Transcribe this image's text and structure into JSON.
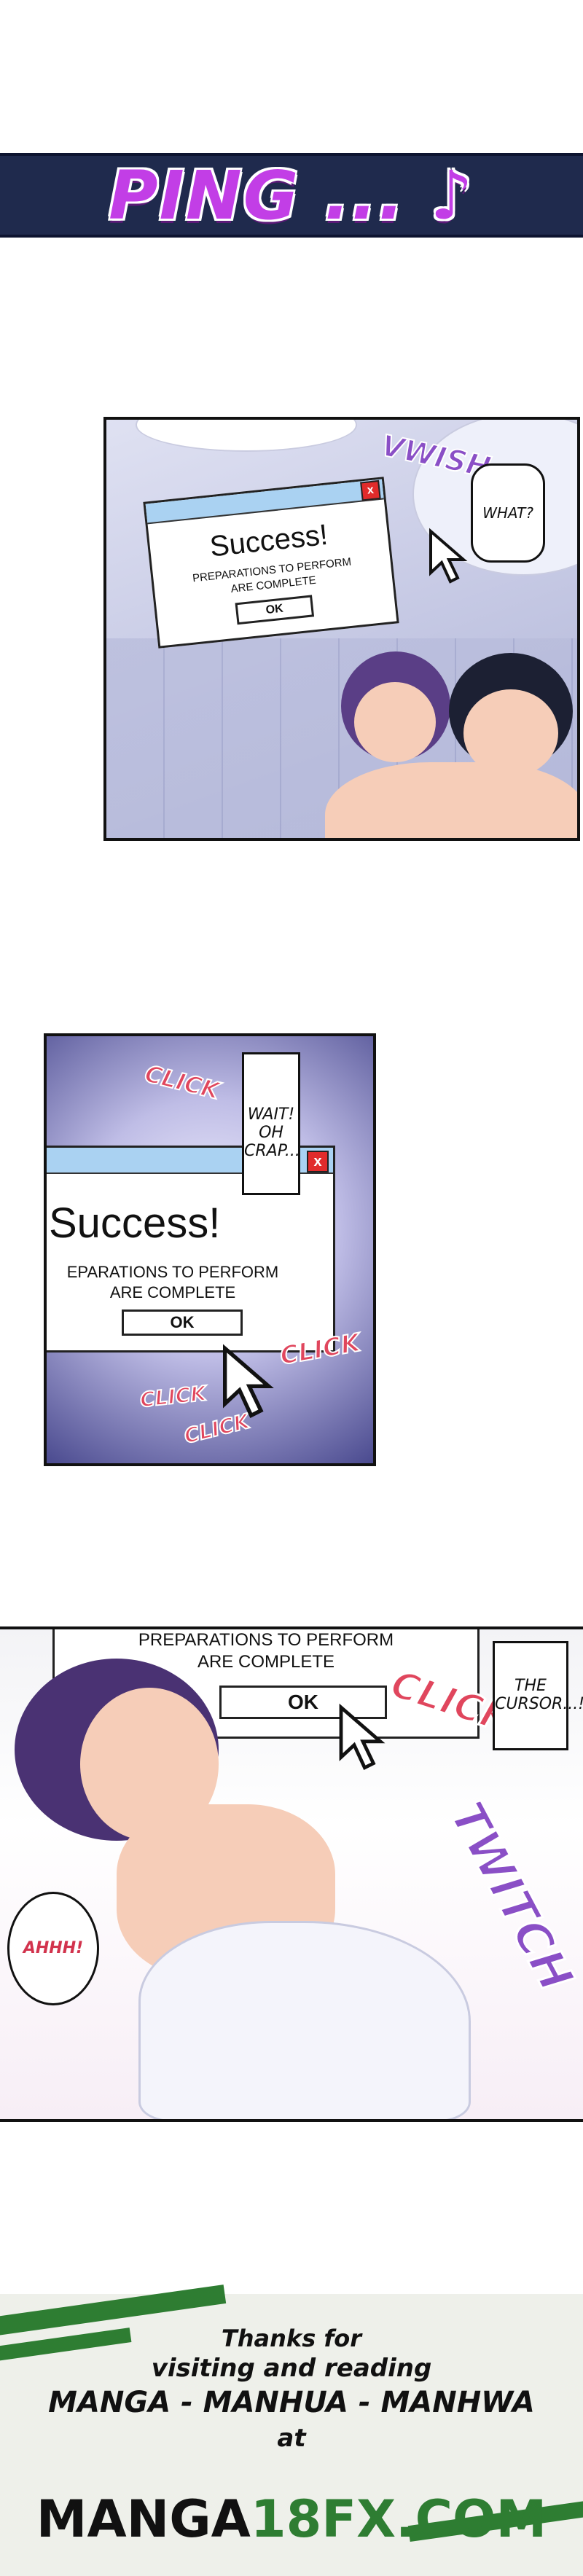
{
  "banner": {
    "text": "PING ... ♪"
  },
  "panel1": {
    "dialog": {
      "title": "Success!",
      "line1": "PREPARATIONS TO PERFORM",
      "line2": "ARE COMPLETE",
      "button": "OK",
      "close": "x"
    },
    "sfx": "VWISH",
    "bubble": "WHAT?"
  },
  "panel2": {
    "dialog": {
      "title": "Success!",
      "line1": "EPARATIONS TO PERFORM",
      "line2": "ARE COMPLETE",
      "button": "OK",
      "close": "x"
    },
    "bubble_lines": [
      "WAIT!",
      "OH",
      "CRAP..."
    ],
    "sfx_click": "CLICK"
  },
  "panel3": {
    "dialog": {
      "line1": "PREPARATIONS TO PERFORM",
      "line2": "ARE COMPLETE",
      "button": "OK"
    },
    "sfx_click": "CLICK",
    "sfx_twitch": "TWITCH",
    "bubble": "THE CURSOR...!",
    "bubble_ahhh": "AHHH!"
  },
  "footer": {
    "line1": "Thanks for",
    "line2": "visiting and reading",
    "line3": "MANGA - MANHUA - MANHWA",
    "line4": "at",
    "brand_a": "MANGA",
    "brand_b": "18FX.COM"
  },
  "colors": {
    "banner_bg": "#1f2a4d",
    "banner_text": "#c23ee6",
    "click_red": "#e0465d",
    "twitch_purple": "#8a4fc6",
    "brand_green": "#2e7d32"
  }
}
